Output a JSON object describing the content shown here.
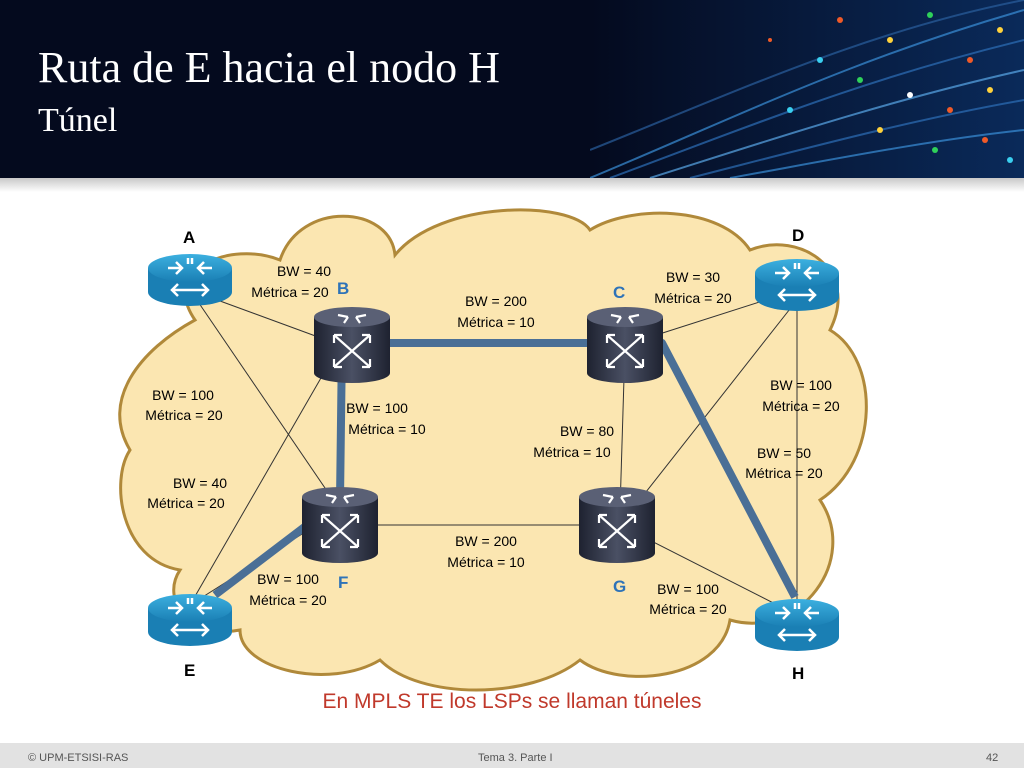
{
  "slide": {
    "title": "Ruta de E hacia el nodo H",
    "subtitle": "Túnel",
    "caption": "En MPLS TE los LSPs se llaman túneles",
    "footer_left": "© UPM-ETSISI-RAS",
    "footer_center": "Tema 3. Parte I",
    "page_number": "42"
  },
  "nodes": {
    "A": {
      "label": "A",
      "kind": "edge-router"
    },
    "D": {
      "label": "D",
      "kind": "edge-router"
    },
    "E": {
      "label": "E",
      "kind": "edge-router"
    },
    "H": {
      "label": "H",
      "kind": "edge-router"
    },
    "B": {
      "label": "B",
      "kind": "core-router"
    },
    "C": {
      "label": "C",
      "kind": "core-router"
    },
    "F": {
      "label": "F",
      "kind": "core-router"
    },
    "G": {
      "label": "G",
      "kind": "core-router"
    }
  },
  "links": [
    {
      "id": "A-B",
      "bw": "BW = 40",
      "metric": "Métrica = 20"
    },
    {
      "id": "A-F",
      "bw": "BW = 100",
      "metric": "Métrica = 20"
    },
    {
      "id": "E-B",
      "bw": "BW = 40",
      "metric": "Métrica = 20"
    },
    {
      "id": "E-F",
      "bw": "BW = 100",
      "metric": "Métrica = 20"
    },
    {
      "id": "B-C",
      "bw": "BW = 200",
      "metric": "Métrica = 10"
    },
    {
      "id": "B-F",
      "bw": "BW = 100",
      "metric": "Métrica = 10"
    },
    {
      "id": "C-D",
      "bw": "BW = 30",
      "metric": "Métrica = 20"
    },
    {
      "id": "C-G",
      "bw": "BW = 80",
      "metric": "Métrica = 10"
    },
    {
      "id": "F-G",
      "bw": "BW = 200",
      "metric": "Métrica = 10"
    },
    {
      "id": "D-H",
      "bw": "BW = 100",
      "metric": "Métrica = 20"
    },
    {
      "id": "D-G",
      "bw": "BW = 50",
      "metric": "Métrica = 20"
    },
    {
      "id": "G-H",
      "bw": "BW = 100",
      "metric": "Métrica = 20"
    }
  ],
  "tunnel": {
    "path": [
      "E",
      "F",
      "B",
      "C",
      "H"
    ],
    "color": "#4a6f96"
  },
  "colors": {
    "cloud_fill": "#fbe6b1",
    "cloud_stroke": "#b0893a",
    "edge_router": "#1f8fc4",
    "core_router": "#2b3040",
    "core_label": "#2e73b8",
    "caption": "#c0392b"
  }
}
